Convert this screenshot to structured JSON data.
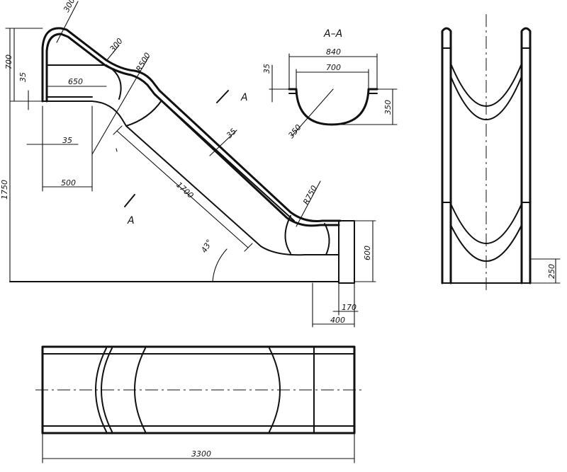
{
  "section_title": "A–A",
  "section_marker": "A",
  "dimensions": {
    "top_radius": "300",
    "entry_radius": "300",
    "platform_height": "700",
    "rail_thickness": "35",
    "platform_length": "650",
    "bend_radius_top": "R500",
    "wall_thickness": "35",
    "horizontal_offset_35": "35",
    "entry_run": "500",
    "total_height": "1750",
    "slide_length": "1700",
    "angle": "43°",
    "bend_radius_bottom": "R750",
    "exit_height": "600",
    "exit_thickness": "170",
    "exit_length": "400",
    "section_outer_width": "840",
    "section_inner_width": "700",
    "section_lip": "35",
    "section_depth": "350",
    "section_radius": "350",
    "front_base": "250",
    "overall_length": "3300"
  }
}
